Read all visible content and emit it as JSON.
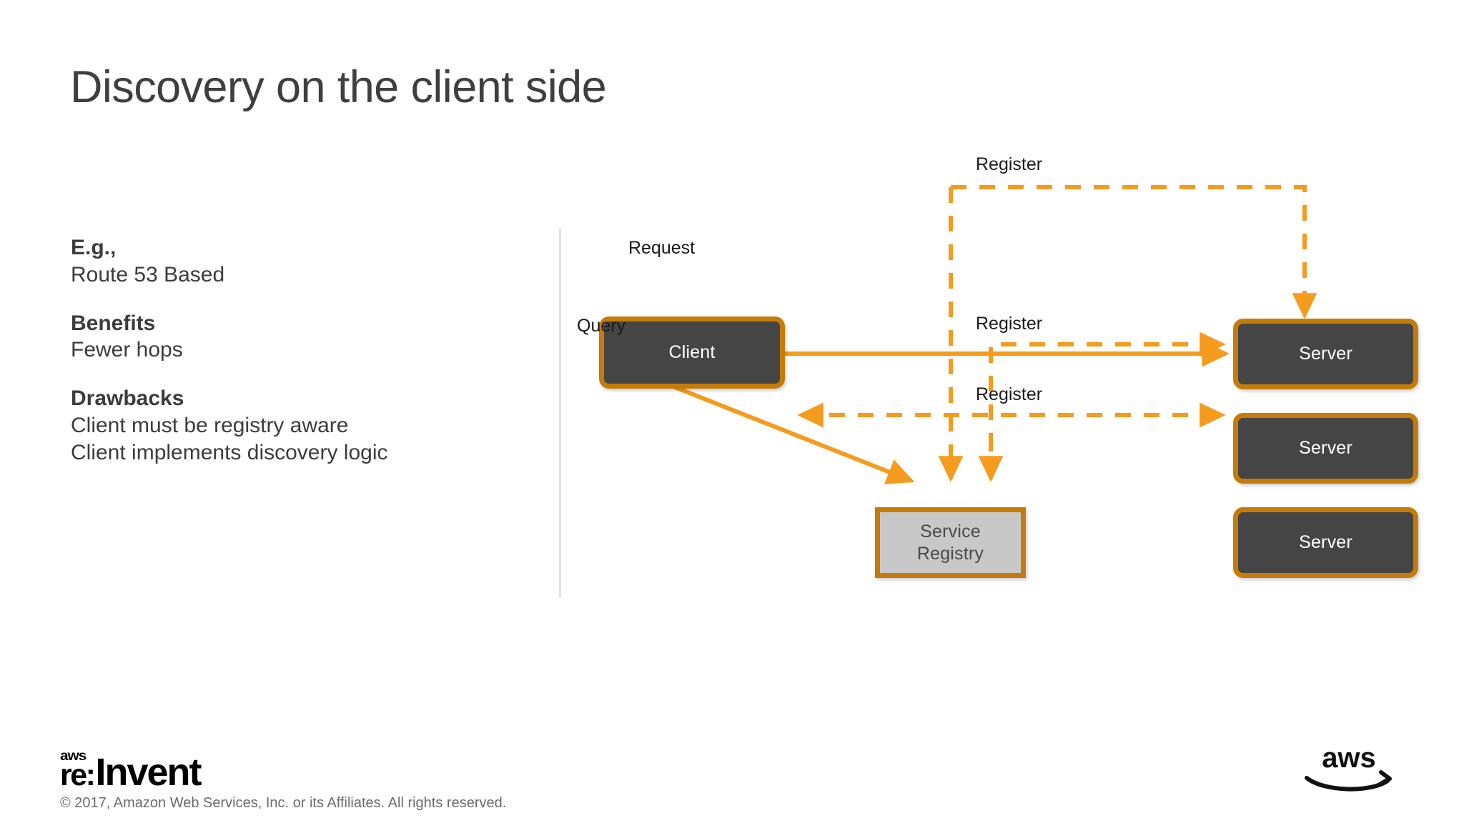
{
  "slide": {
    "title": "Discovery on the client side",
    "background": "#ffffff"
  },
  "colors": {
    "node_fill_dark": "#454546",
    "node_fill_light": "#c8c8c8",
    "node_border": "#c47c09",
    "arrow_solid": "#F59B1E",
    "arrow_dashed": "#F59B1E",
    "title_text": "#3f3f3f",
    "body_text": "#3c3c3c",
    "divider": "#e2e2e2"
  },
  "body": {
    "blocks": [
      {
        "heading": "E.g.,",
        "lines": [
          "Route 53 Based"
        ]
      },
      {
        "heading": "Benefits",
        "lines": [
          "Fewer hops"
        ]
      },
      {
        "heading": "Drawbacks",
        "lines": [
          "Client must be registry aware",
          "Client implements discovery logic"
        ]
      }
    ]
  },
  "diagram": {
    "nodes": {
      "client": {
        "label": "Client",
        "style": "dark"
      },
      "server1": {
        "label": "Server",
        "style": "dark"
      },
      "server2": {
        "label": "Server",
        "style": "dark"
      },
      "server3": {
        "label": "Server",
        "style": "dark"
      },
      "registry": {
        "label_line1": "Service",
        "label_line2": "Registry",
        "style": "light"
      }
    },
    "edges": {
      "request": {
        "label": "Request",
        "kind": "solid",
        "direction": "bidirectional",
        "from": "client",
        "to": "server1"
      },
      "query": {
        "label": "Query",
        "kind": "solid",
        "direction": "bidirectional",
        "from": "client",
        "to": "registry"
      },
      "register_top": {
        "label": "Register",
        "kind": "dashed",
        "direction": "server-to-registry",
        "from": "server1",
        "to": "registry"
      },
      "register_mid": {
        "label": "Register",
        "kind": "dashed",
        "direction": "server-to-registry",
        "from": "server2",
        "to": "registry"
      },
      "register_bottom": {
        "label": "Register",
        "kind": "dashed",
        "direction": "bidirectional",
        "from": "server3",
        "to": "registry"
      }
    }
  },
  "footer": {
    "logo_aws": "aws",
    "logo_re": "re:",
    "logo_invent": "Invent",
    "copyright": "© 2017, Amazon Web Services, Inc. or its Affiliates. All rights reserved.",
    "brand_text": "aws"
  }
}
